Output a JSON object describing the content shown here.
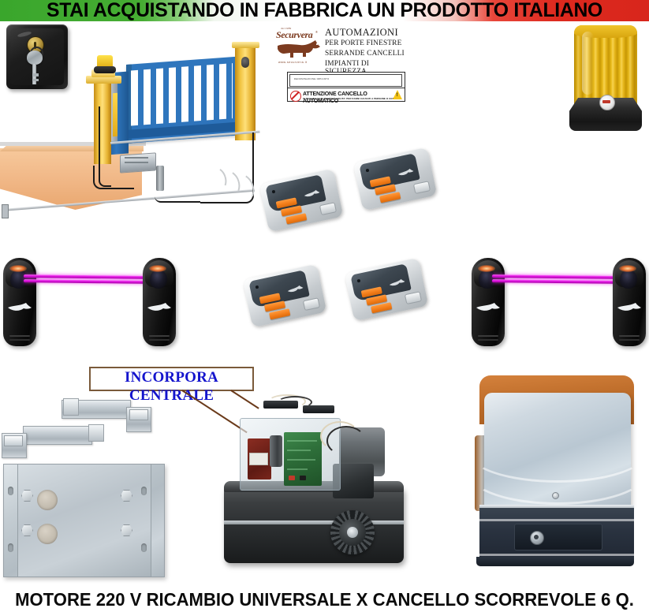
{
  "banner": {
    "text": "STAI ACQUISTANDO IN FABBRICA UN PRODOTTO ITALIANO",
    "colors": {
      "green": "#3aa62c",
      "white": "#ffffff",
      "red": "#dd291e",
      "text": "#000000"
    }
  },
  "caption": {
    "text": "MOTORE 220 V RICAMBIO UNIVERSALE X CANCELLO SCORREVOLE 6 Q.",
    "color": "#0b0b0b"
  },
  "brand": {
    "since": "dal 1989",
    "name": "Securvera",
    "registered": "®",
    "website": "www.securvera.it"
  },
  "sign": {
    "line1": "AUTOMAZIONI",
    "line2": "PER PORTE FINESTRE",
    "line3": "SERRANDE CANCELLI",
    "line4": "IMPIANTI DI SICUREZZA"
  },
  "placard": {
    "field_label": "DENOMINAZIONE IMPIANTO",
    "warning": "ATTENZIONE CANCELLO AUTOMATICO",
    "warning_sub": "SI DECLINA OGNI RESPONSABILITA' PER DANNI CAUSATI A PERSONE O COSE",
    "no_entry_icon": "no-pedestrians-icon",
    "hazard_icon": "hazard-triangle-icon",
    "hazard_glyph": "!"
  },
  "callout": {
    "text": "INCORPORA CENTRALE",
    "text_color": "#1414cd",
    "border_color": "#7a5a3a"
  },
  "products": {
    "key_switch": {
      "name": "key-switch-selector",
      "colors": {
        "body": "#191919",
        "lock": "#c4a348",
        "key": "#c8ced2"
      }
    },
    "beacon_lamp": {
      "name": "flashing-beacon-lamp",
      "colors": {
        "dome": "#e3b216",
        "base": "#161616"
      }
    },
    "gate_diagram": {
      "name": "sliding-gate-installation-diagram",
      "colors": {
        "gate": "#2f76bd",
        "post": "#f0c23f",
        "wall": "#f0b685"
      }
    },
    "remotes": {
      "name": "remote-control-transmitter",
      "count": 4,
      "buttons_per_remote": 3,
      "colors": {
        "top": "#2d353d",
        "button": "#f27d1a",
        "body": "#e6e9eb"
      }
    },
    "photocells": {
      "name": "infrared-photocell-pair",
      "pairs": 2,
      "colors": {
        "body": "#111111",
        "beam": "#e018e0"
      }
    },
    "brackets": {
      "name": "limit-switch-bracket",
      "count": 2,
      "colors": {
        "steel": "#c6ced4"
      }
    },
    "mounting_plate": {
      "name": "galvanized-mounting-plate",
      "holes": 2,
      "bolts": 4,
      "colors": {
        "steel": "#bbc4cb"
      }
    },
    "open_motor": {
      "name": "gate-motor-with-control-board",
      "colors": {
        "case": "#2b2e30",
        "pcb": "#2e6f3a",
        "transformer": "#5e1a13"
      }
    },
    "assembled_motor": {
      "name": "assembled-sliding-gate-motor",
      "colors": {
        "top_cap": "#c06f2c",
        "cover": "#b9c7d2",
        "base": "#2a3340"
      }
    }
  }
}
